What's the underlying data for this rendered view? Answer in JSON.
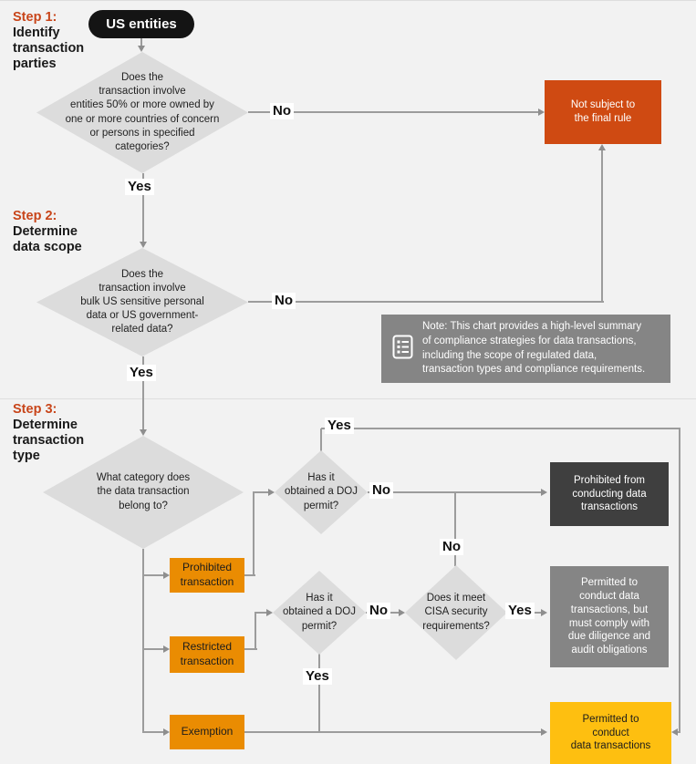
{
  "flowchart": {
    "steps": [
      {
        "prefix": "Step 1:",
        "title": "Identify\ntransaction\nparties"
      },
      {
        "prefix": "Step 2:",
        "title": "Determine\ndata scope"
      },
      {
        "prefix": "Step 3:",
        "title": "Determine\ntransaction\ntype"
      }
    ],
    "start": "US entities",
    "decisions": {
      "parties": "Does the\ntransaction involve\nentities 50% or more owned by\none or more countries of concern\nor persons in specified\ncategories?",
      "data_scope": "Does the\ntransaction involve\nbulk US sensitive personal\ndata or US government-\nrelated data?",
      "category": "What category does\nthe data transaction\nbelong to?",
      "doj_permit": "Has it\nobtained a DOJ\npermit?",
      "cisa": "Does it meet\nCISA security\nrequirements?"
    },
    "categories": {
      "prohibited": "Prohibited\ntransaction",
      "restricted": "Restricted\ntransaction",
      "exemption": "Exemption"
    },
    "outcomes": {
      "not_subject": "Not subject to\nthe final rule",
      "prohibited": "Prohibited from\nconducting data\ntransactions",
      "permitted_conditional": "Permitted to\nconduct data\ntransactions, but\nmust comply with\ndue diligence and\naudit obligations",
      "permitted": "Permitted to\nconduct\ndata transactions"
    },
    "note": "Note: This chart provides a high-level summary\nof compliance strategies for data transactions,\nincluding the scope of regulated data,\ntransaction types and compliance requirements.",
    "labels": {
      "yes": "Yes",
      "no": "No"
    },
    "icons": {
      "note": "list-icon"
    },
    "colors": {
      "background": "#f2f2f2",
      "diamond_fill": "#dcdcdc",
      "start_node": "#141414",
      "not_subject_box": "#cf4a12",
      "category_box": "#ea8c02",
      "prohibited_box": "#3f3f3f",
      "conditional_box": "#858585",
      "permitted_box": "#febf10",
      "step_heading": "#c8451a",
      "connector": "#9c9c9c"
    }
  }
}
